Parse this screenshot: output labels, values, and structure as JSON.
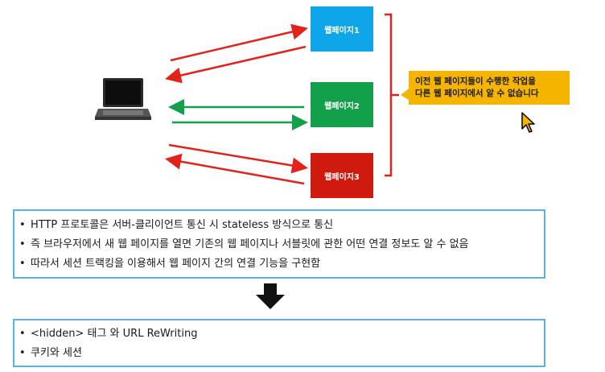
{
  "pages": [
    {
      "label": "웹페이지1",
      "color": "#0ea5e9"
    },
    {
      "label": "웹페이지2",
      "color": "#12a04a"
    },
    {
      "label": "웹페이지3",
      "color": "#d11a0f"
    }
  ],
  "note": {
    "line1": "이전 웹 페이지들이 수행한 작업을",
    "line2": "다른 웹 페이지에서 알 수 없습니다"
  },
  "top_box": {
    "items": [
      "HTTP 프로토콜은 서버-클리이언트 통신 시 stateless 방식으로 통신",
      "즉 브라우저에서 새 웹 페이지를 열면 기존의 웹 페이지나 서블릿에 관한 어떤 연결 정보도 알 수 없음",
      "따라서 세션 트랙킹을 이용해서 웹 페이지 간의 연결 기능을 구현함"
    ]
  },
  "bottom_box": {
    "items": [
      "<hidden> 태그 와 URL ReWriting",
      "쿠키와 세션"
    ]
  },
  "colors": {
    "arrow_red": "#e3231a",
    "arrow_green": "#12a04a",
    "bracket": "#e3231a",
    "box_border": "#5cb3d6",
    "note_bg": "#f5b400"
  },
  "icons": [
    "laptop-icon",
    "cursor-icon",
    "down-arrow-icon"
  ]
}
